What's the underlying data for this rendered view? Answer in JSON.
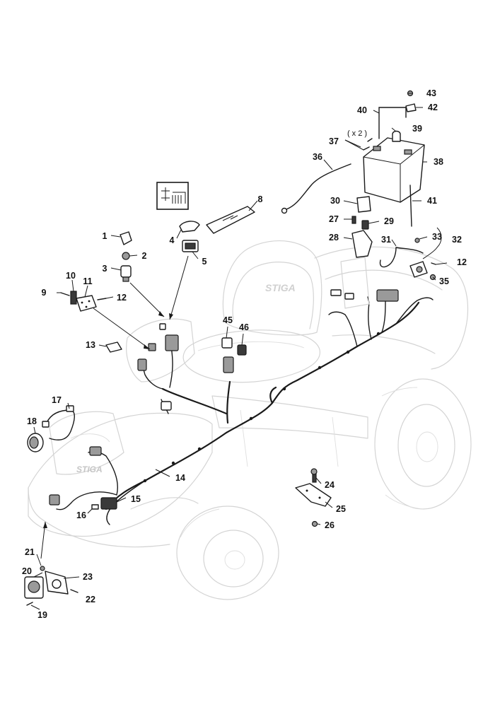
{
  "diagram": {
    "multiplier_label": "( x 2 )",
    "colors": {
      "ink": "#1a1a1a",
      "ghost": "#d4d4d4",
      "background": "#ffffff"
    },
    "callouts": [
      {
        "id": "1",
        "label": "1"
      },
      {
        "id": "2",
        "label": "2"
      },
      {
        "id": "3",
        "label": "3"
      },
      {
        "id": "4",
        "label": "4"
      },
      {
        "id": "5",
        "label": "5"
      },
      {
        "id": "8",
        "label": "8"
      },
      {
        "id": "9",
        "label": "9"
      },
      {
        "id": "10",
        "label": "10"
      },
      {
        "id": "11",
        "label": "11"
      },
      {
        "id": "12a",
        "label": "12"
      },
      {
        "id": "12b",
        "label": "12"
      },
      {
        "id": "13",
        "label": "13"
      },
      {
        "id": "14",
        "label": "14"
      },
      {
        "id": "15",
        "label": "15"
      },
      {
        "id": "16",
        "label": "16"
      },
      {
        "id": "17",
        "label": "17"
      },
      {
        "id": "18",
        "label": "18"
      },
      {
        "id": "19",
        "label": "19"
      },
      {
        "id": "20",
        "label": "20"
      },
      {
        "id": "21",
        "label": "21"
      },
      {
        "id": "22",
        "label": "22"
      },
      {
        "id": "23",
        "label": "23"
      },
      {
        "id": "24",
        "label": "24"
      },
      {
        "id": "25",
        "label": "25"
      },
      {
        "id": "26",
        "label": "26"
      },
      {
        "id": "27",
        "label": "27"
      },
      {
        "id": "28",
        "label": "28"
      },
      {
        "id": "29",
        "label": "29"
      },
      {
        "id": "30",
        "label": "30"
      },
      {
        "id": "31",
        "label": "31"
      },
      {
        "id": "32",
        "label": "32"
      },
      {
        "id": "33",
        "label": "33"
      },
      {
        "id": "35",
        "label": "35"
      },
      {
        "id": "36",
        "label": "36"
      },
      {
        "id": "37",
        "label": "37"
      },
      {
        "id": "38",
        "label": "38"
      },
      {
        "id": "39",
        "label": "39"
      },
      {
        "id": "40",
        "label": "40"
      },
      {
        "id": "41",
        "label": "41"
      },
      {
        "id": "42",
        "label": "42"
      },
      {
        "id": "43",
        "label": "43"
      },
      {
        "id": "45",
        "label": "45"
      },
      {
        "id": "46",
        "label": "46"
      }
    ]
  }
}
